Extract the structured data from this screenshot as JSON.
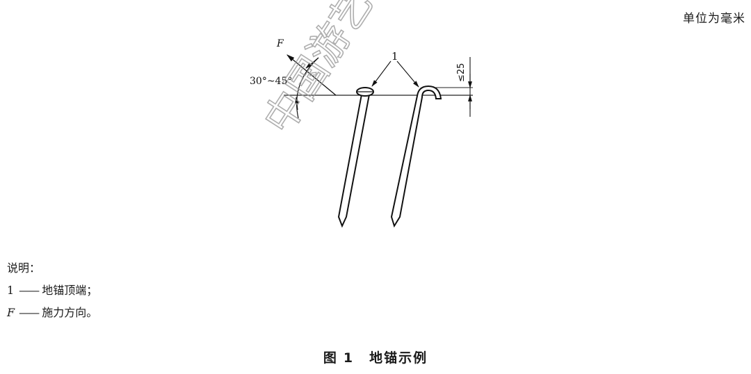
{
  "header": {
    "unit_note": "单位为毫米"
  },
  "figure": {
    "force_label": "F",
    "angle_label": "30°~45°",
    "callout_label": "1",
    "dimension_label": "≤25",
    "watermark": "中国游艺机游乐园"
  },
  "legend": {
    "title": "说明：",
    "items": [
      {
        "symbol": "1",
        "dash": "——",
        "text": "地锚顶端；"
      },
      {
        "symbol": "F",
        "dash": "——",
        "text": "施力方向。"
      }
    ]
  },
  "caption": {
    "prefix": "图",
    "number": "1",
    "title": "地锚示例"
  }
}
